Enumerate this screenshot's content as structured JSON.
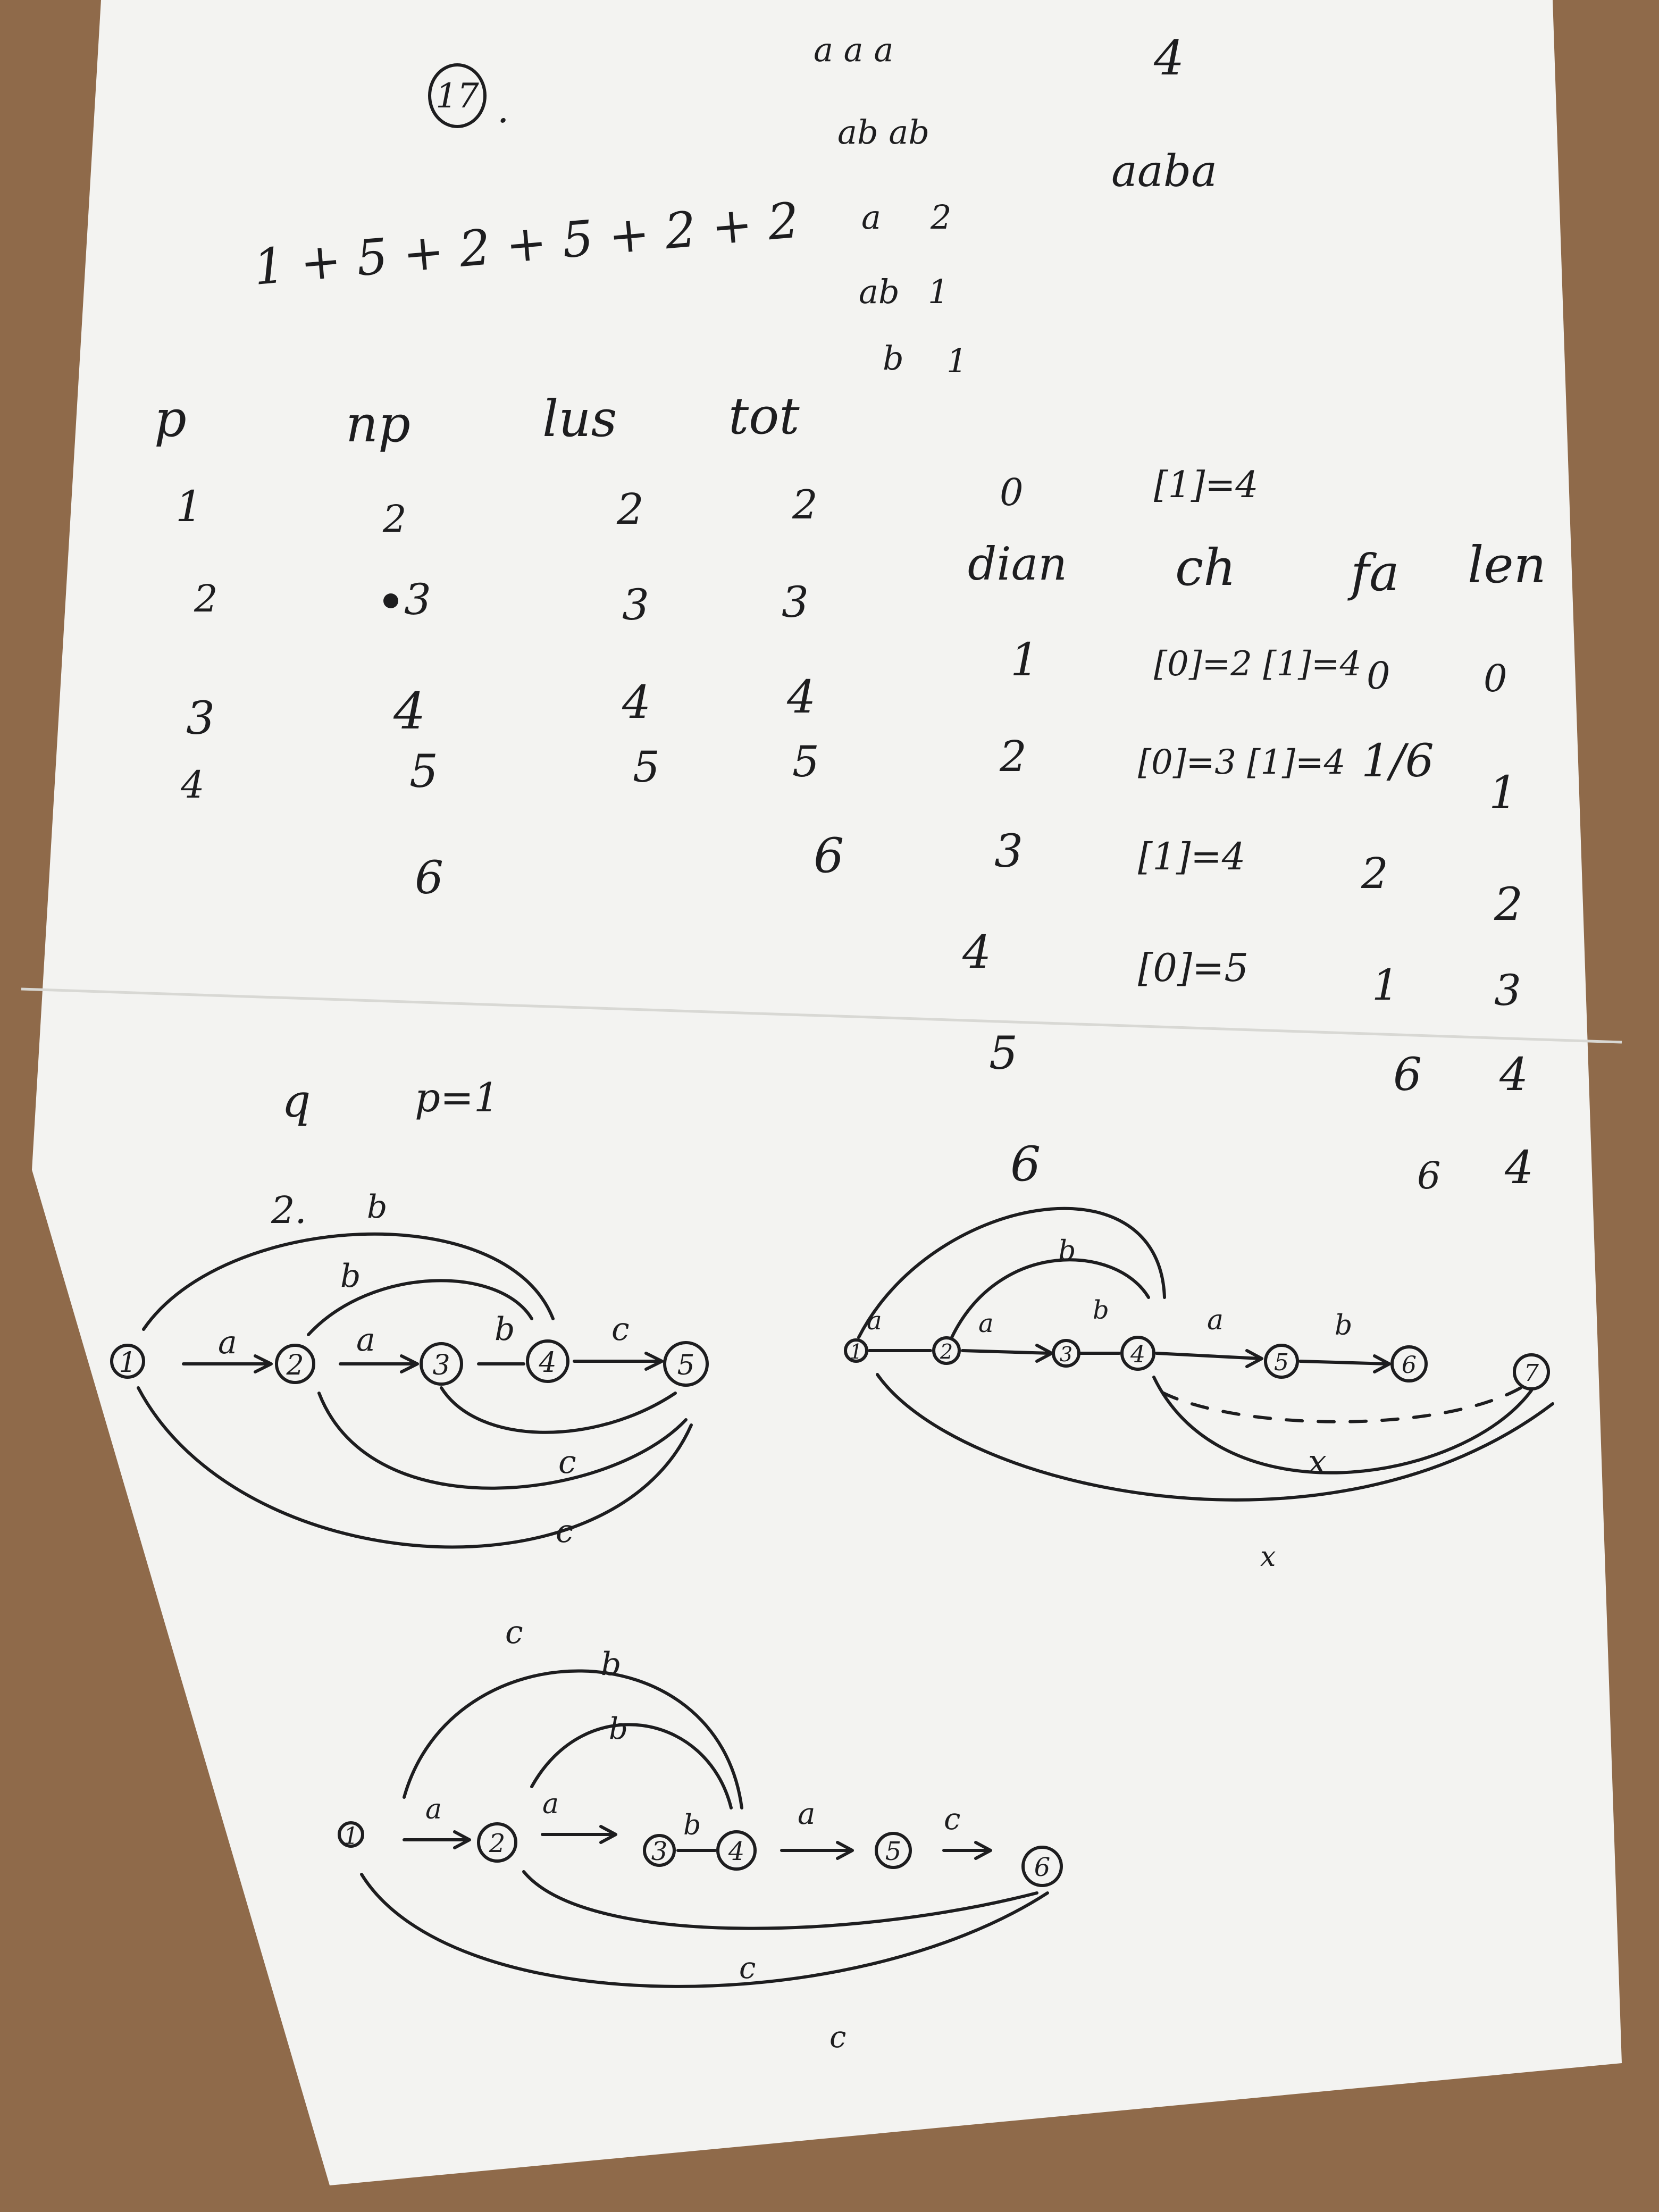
{
  "colors": {
    "paper": "#f3f3f1",
    "ink": "#1d1d1f",
    "table": "#8f6a4a"
  },
  "header": {
    "circled_number": "17",
    "period": "."
  },
  "expression": "1 + 5 + 2 + 5 + 2 + 2",
  "substrings": [
    {
      "key": "a a a",
      "value": "4"
    },
    {
      "key": "ab ab",
      "value": "aaba"
    },
    {
      "key": "a",
      "value": "2"
    },
    {
      "key": "ab",
      "value": "1"
    },
    {
      "key": "b",
      "value": "1"
    }
  ],
  "left_table": {
    "headers": [
      "p",
      "np",
      "lus",
      "tot"
    ],
    "rows": [
      [
        "1",
        "2",
        "2",
        "2"
      ],
      [
        "2",
        "3",
        "3",
        "3"
      ],
      [
        "3",
        "4",
        "4",
        "4"
      ],
      [
        "4",
        "5",
        "5",
        "5"
      ],
      [
        "",
        "6",
        "",
        "6"
      ]
    ]
  },
  "right_table": {
    "top_row": {
      "dian": "0",
      "ch": "[1]=4"
    },
    "headers": [
      "dian",
      "ch",
      "fa",
      "len"
    ],
    "rows": [
      {
        "dian": "1",
        "ch": "[0]=2 [1]=4",
        "fa": "0",
        "len": "0"
      },
      {
        "dian": "2",
        "ch": "[0]=3 [1]=4",
        "fa": "1/6",
        "len": "1"
      },
      {
        "dian": "3",
        "ch": "[1]=4",
        "fa": "2",
        "len": "2"
      },
      {
        "dian": "4",
        "ch": "[0]=5",
        "fa": "1",
        "len": "3"
      },
      {
        "dian": "5",
        "ch": "",
        "fa": "6",
        "len": "4"
      },
      {
        "dian": "6",
        "ch": "",
        "fa": "6",
        "len": "4"
      }
    ]
  },
  "note": {
    "q": "q",
    "p": "p=1"
  },
  "diagram1": {
    "label_top": "2.",
    "nodes": [
      "1",
      "2",
      "3",
      "4",
      "5"
    ],
    "edge_labels": [
      "a",
      "a",
      "b",
      "c",
      "b",
      "b",
      "c",
      "c",
      "c"
    ]
  },
  "diagram2": {
    "nodes": [
      "1",
      "2",
      "3",
      "4",
      "5",
      "6",
      "7"
    ],
    "edge_labels": [
      "a",
      "a",
      "b",
      "a",
      "b",
      "b",
      "x",
      "x"
    ]
  },
  "diagram3": {
    "nodes": [
      "1",
      "2",
      "3",
      "4",
      "5",
      "6"
    ],
    "edge_labels": [
      "a",
      "a",
      "b",
      "a",
      "c",
      "b",
      "b",
      "c",
      "c"
    ]
  }
}
